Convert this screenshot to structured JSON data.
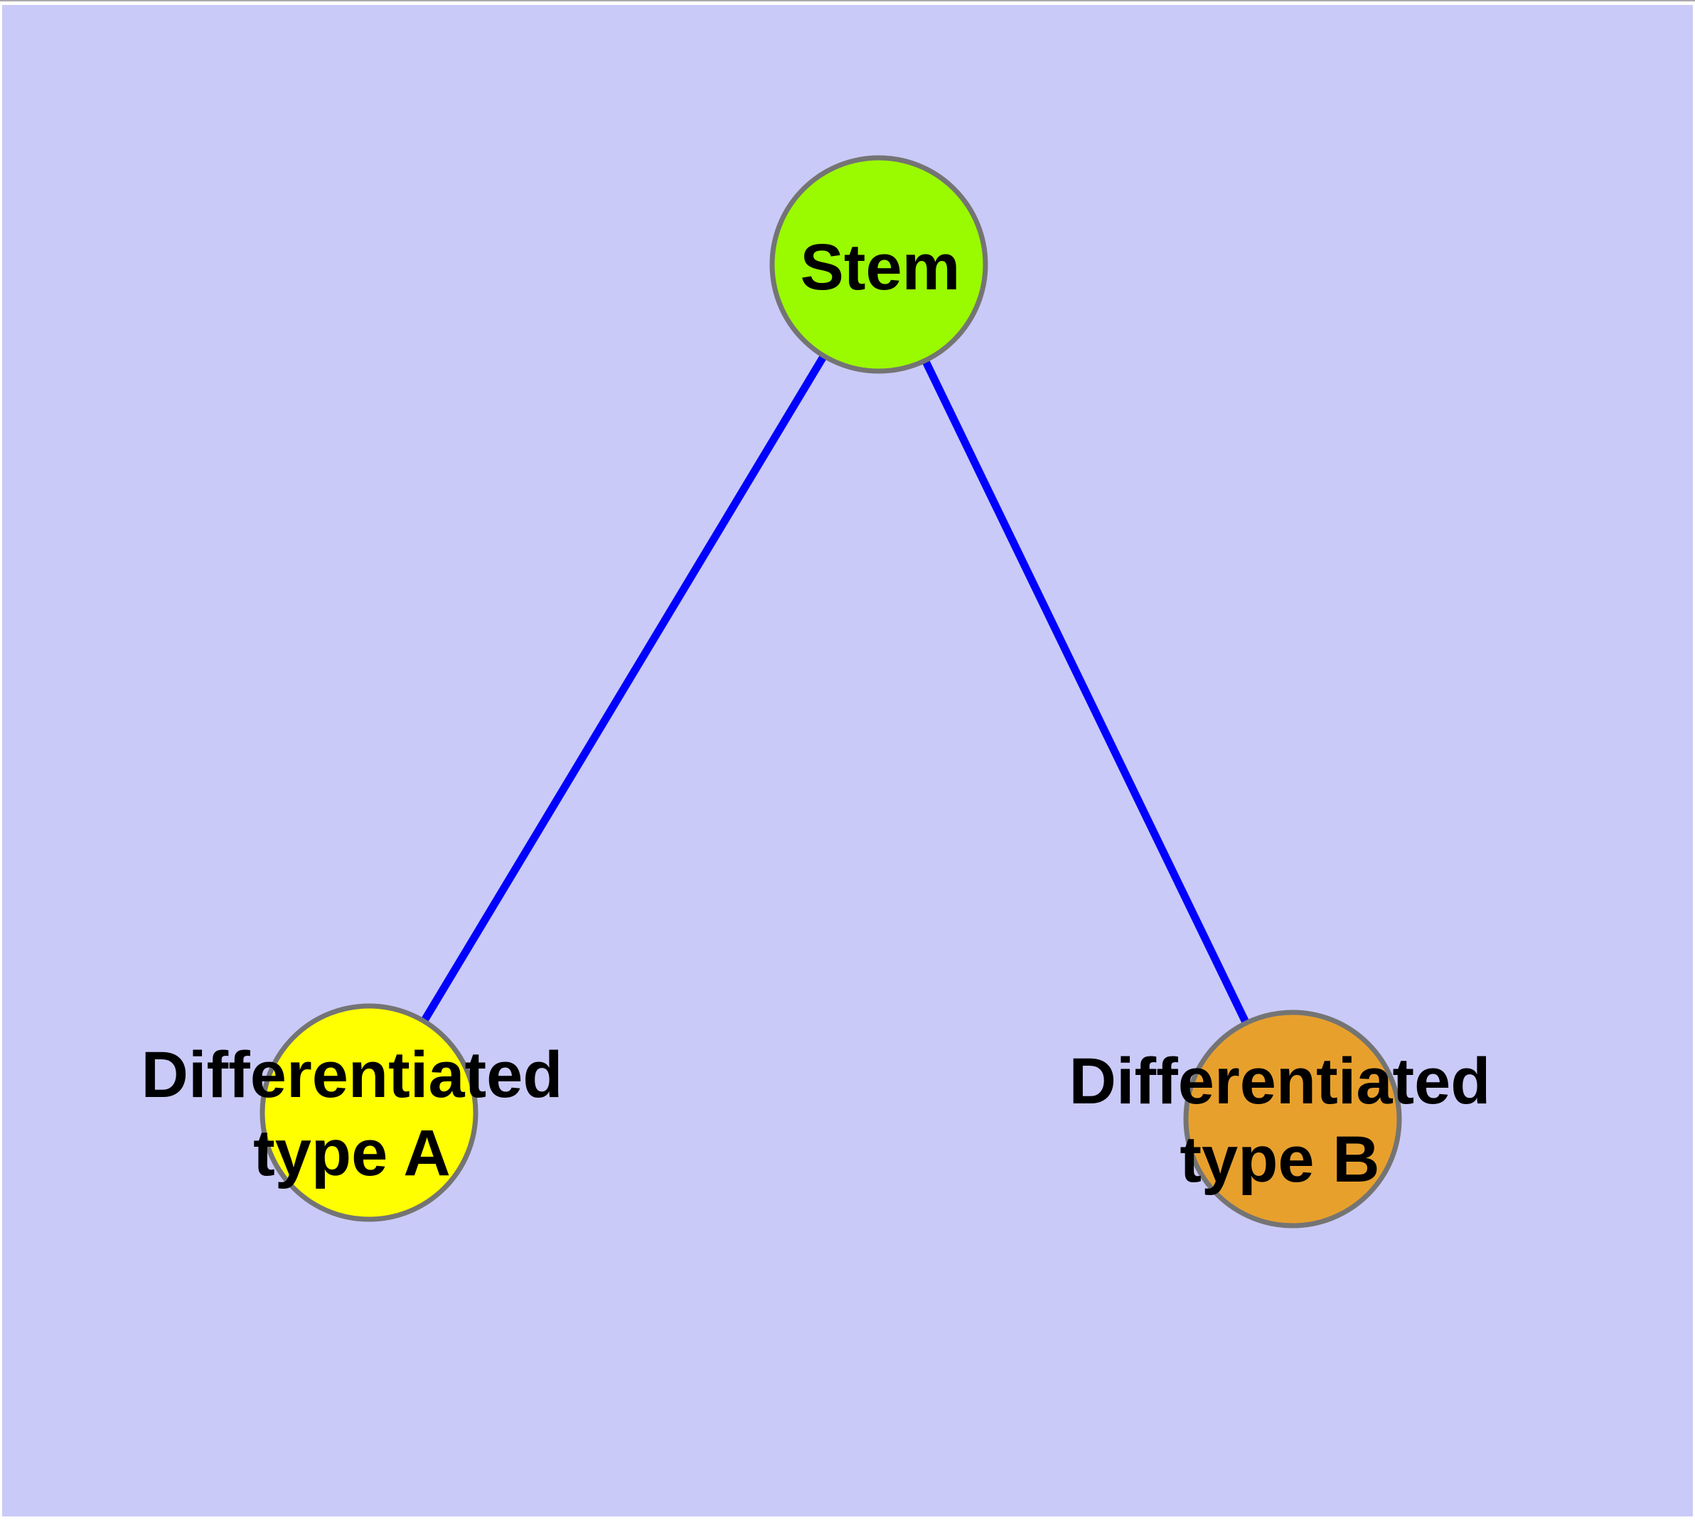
{
  "diagram": {
    "type": "tree-graph",
    "nodes": {
      "stem": {
        "label": "Stem",
        "fill": "#9afa00"
      },
      "type_a": {
        "label_line1": "Differentiated",
        "label_line2": "type A",
        "fill": "#ffff00"
      },
      "type_b": {
        "label_line1": "Differentiated",
        "label_line2": "type B",
        "fill": "#e8a02c"
      }
    },
    "edges": [
      {
        "from": "Stem",
        "to": "Differentiated type A"
      },
      {
        "from": "Stem",
        "to": "Differentiated type B"
      }
    ]
  },
  "colors": {
    "background": "#cacaf8",
    "page_margin": "#ffffff",
    "top_hairline": "#a9a9a9",
    "edge": "#0000ff",
    "node_stroke": "#747474",
    "label_text": "#000000"
  }
}
